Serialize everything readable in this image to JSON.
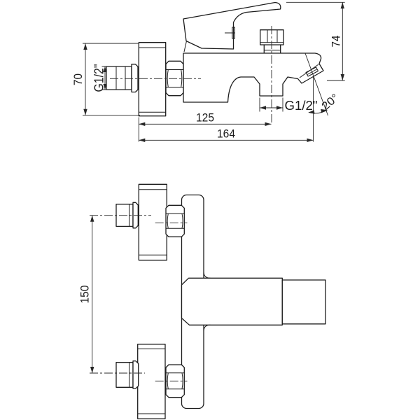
{
  "drawing": {
    "type": "technical-dimension-drawing",
    "subject": "wall-mounted bath/shower mixer faucet, two orthographic views",
    "line_color": "#1c1c1c",
    "background": "#ffffff",
    "side_view": {
      "labels": {
        "wall_plate_height": "70",
        "inlet_thread": "G1/2\"",
        "outlet_thread": "G1/2\"",
        "handle_height": "74",
        "wall_to_outlet_center": "125",
        "wall_to_spout_tip": "164",
        "spout_angle": "20°"
      }
    },
    "front_view": {
      "labels": {
        "inlet_centers_distance": "150"
      }
    }
  }
}
